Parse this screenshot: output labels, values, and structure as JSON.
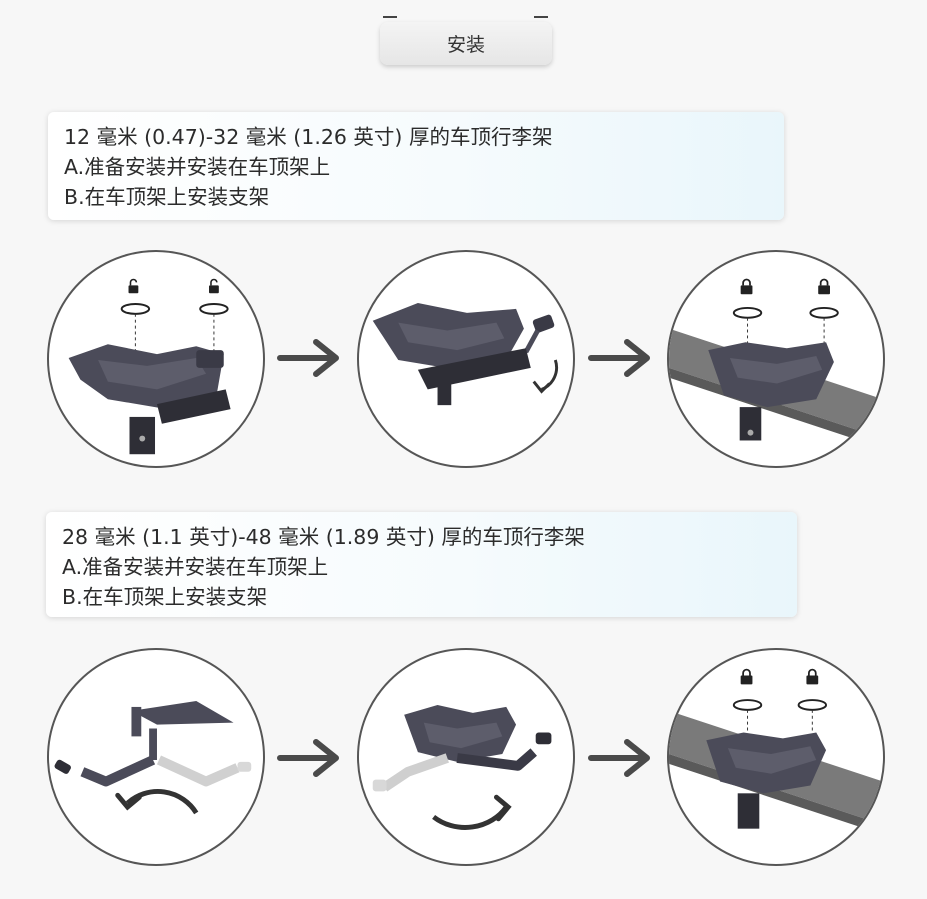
{
  "header": {
    "title": "安装"
  },
  "sections": [
    {
      "heading": "12 毫米 (0.47)-32 毫米 (1.26 英寸) 厚的车顶行李架",
      "step_a": "A.准备安装并安装在车顶架上",
      "step_b": "B.在车顶架上安装支架"
    },
    {
      "heading": "28 毫米 (1.1 英寸)-48 毫米 (1.89 英寸) 厚的车顶行李架",
      "step_a": "A.准备安装并安装在车顶架上",
      "step_b": "B.在车顶架上安装支架"
    }
  ],
  "colors": {
    "mount": "#4b4b59",
    "bar": "#7a7a7a",
    "ghost": "#d0d0d0",
    "outline": "#565656"
  },
  "icons": [
    "unlock-icon",
    "lock-icon",
    "arrow-right-icon",
    "rotate-arrow-icon"
  ]
}
